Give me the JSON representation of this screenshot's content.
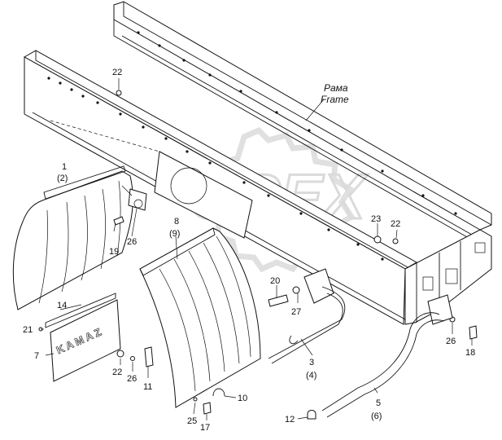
{
  "watermark": {
    "text": "OPEX",
    "color": "#bfbfbf"
  },
  "frame_label": {
    "ru": "Рама",
    "en": "Frame"
  },
  "brand_plate_text": "KAMAZ",
  "callouts": {
    "c1": "1",
    "c1b": "(2)",
    "c3": "3",
    "c3b": "(4)",
    "c5": "5",
    "c5b": "(6)",
    "c7": "7",
    "c8": "8",
    "c8b": "(9)",
    "c10": "10",
    "c11": "11",
    "c12": "12",
    "c14": "14",
    "c17": "17",
    "c18": "18",
    "c19": "19",
    "c20": "20",
    "c21": "21",
    "c22a": "22",
    "c22b": "22",
    "c22c": "22",
    "c23": "23",
    "c25": "25",
    "c26a": "26",
    "c26b": "26",
    "c26c": "26",
    "c27": "27"
  }
}
